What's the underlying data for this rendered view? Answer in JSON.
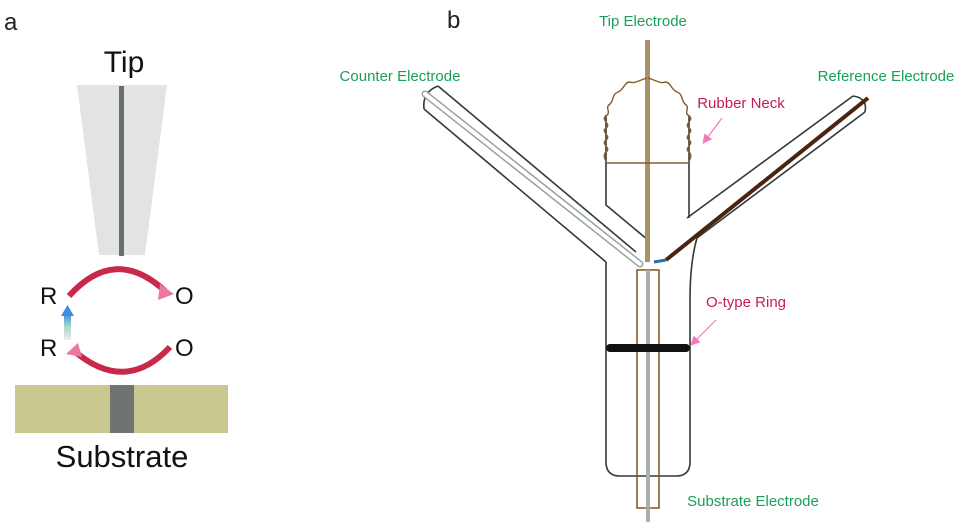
{
  "panel_a": {
    "label": "a",
    "tip_label": "Tip",
    "substrate_label": "Substrate",
    "upper_left_species": "R",
    "upper_right_species": "O",
    "lower_left_species": "R",
    "lower_right_species": "O"
  },
  "panel_b": {
    "label": "b",
    "tip_electrode_label": "Tip Electrode",
    "counter_electrode_label": "Counter Electrode",
    "reference_electrode_label": "Reference Electrode",
    "rubber_neck_label": "Rubber Neck",
    "o_ring_label": "O-type Ring",
    "substrate_electrode_label": "Substrate Electrode"
  },
  "colors": {
    "electrode_label": "#1a9e5a",
    "component_label": "#c8195e",
    "arrow_pointer": "#f07ab8",
    "redox_arrow": "#c8294a",
    "tip_glass": "#e2e4e2",
    "tip_wire": "#6a6e6c",
    "substrate": "#c9c98f",
    "substrate_electrode": "#6f7471",
    "glass_outline": "#2f3a3a",
    "copper": "#8a5a2a",
    "tip_wire_b": "#a8926a",
    "reference_wire": "#4a2410"
  }
}
